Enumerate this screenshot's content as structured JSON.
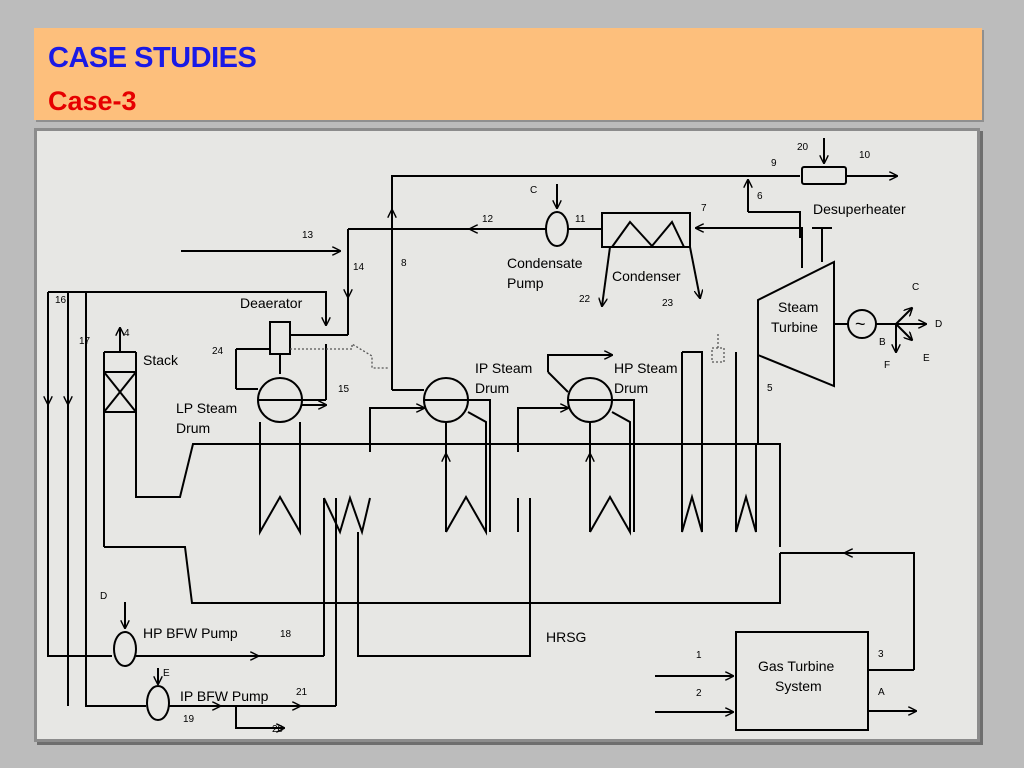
{
  "header": {
    "title": "CASE STUDIES",
    "subtitle": "Case-3",
    "title_color": "#1a1ae6",
    "subtitle_color": "#e60000",
    "band_color": "#fdbf7c"
  },
  "diagram": {
    "components": {
      "desuperheater": "Desuperheater",
      "condensate_pump_line1": "Condensate",
      "condensate_pump_line2": "Pump",
      "condenser": "Condenser",
      "deaerator": "Deaerator",
      "stack": "Stack",
      "lp_drum_line1": "LP Steam",
      "lp_drum_line2": "Drum",
      "ip_drum_line1": "IP Steam",
      "ip_drum_line2": "Drum",
      "hp_drum_line1": "HP Steam",
      "hp_drum_line2": "Drum",
      "steam_turbine_line1": "Steam",
      "steam_turbine_line2": "Turbine",
      "hp_bfw_pump": "HP BFW Pump",
      "ip_bfw_pump": "IP BFW Pump",
      "hrsg": "HRSG",
      "gas_turbine_line1": "Gas Turbine",
      "gas_turbine_line2": "System",
      "generator_symbol": "~"
    },
    "stream_labels": {
      "s1": "1",
      "s2": "2",
      "s3": "3",
      "s4": "4",
      "s5": "5",
      "s6": "6",
      "s7": "7",
      "s8": "8",
      "s9": "9",
      "s10": "10",
      "s11": "11",
      "s12": "12",
      "s13": "13",
      "s14": "14",
      "s15": "15",
      "s16": "16",
      "s17": "17",
      "s18": "18",
      "s19": "19",
      "s20a": "20",
      "s20b": "20",
      "s21": "21",
      "s22": "22",
      "s23": "23",
      "s24": "24"
    },
    "energy_labels": {
      "A": "A",
      "B": "B",
      "C_gen": "C",
      "C_pump": "C",
      "D_gen": "D",
      "D_pump": "D",
      "E_gen": "E",
      "E_pump": "E",
      "F": "F"
    }
  }
}
